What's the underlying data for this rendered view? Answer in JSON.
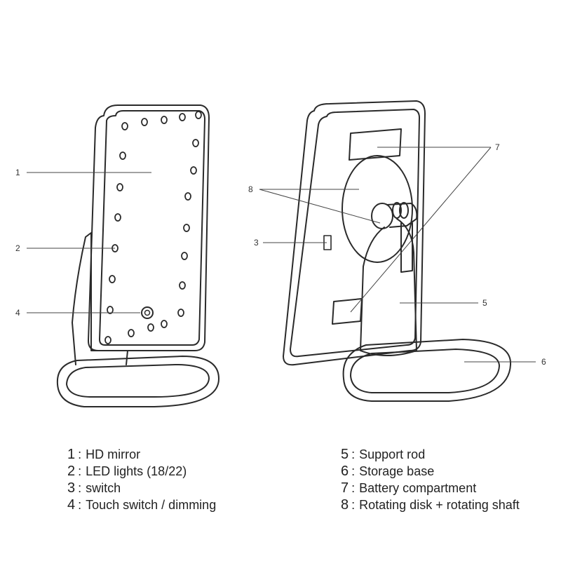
{
  "callouts": {
    "left_view": [
      "1",
      "2",
      "4"
    ],
    "right_view": [
      "8",
      "3",
      "7",
      "5",
      "6"
    ]
  },
  "legend": {
    "left": [
      {
        "num": "1",
        "sep": ":",
        "text": "HD mirror"
      },
      {
        "num": "2",
        "sep": ":",
        "text": "LED lights (18/22)"
      },
      {
        "num": "3",
        "sep": ":",
        "text": "switch"
      },
      {
        "num": "4",
        "sep": ":",
        "text": "Touch switch / dimming"
      }
    ],
    "right": [
      {
        "num": "5",
        "sep": ":",
        "text": "Support rod"
      },
      {
        "num": "6",
        "sep": ":",
        "text": "Storage base"
      },
      {
        "num": "7",
        "sep": ":",
        "text": "Battery compartment"
      },
      {
        "num": "8",
        "sep": ":",
        "text": "Rotating disk + rotating shaft"
      }
    ]
  },
  "colors": {
    "line": "#2a2a2a",
    "background": "#ffffff"
  }
}
